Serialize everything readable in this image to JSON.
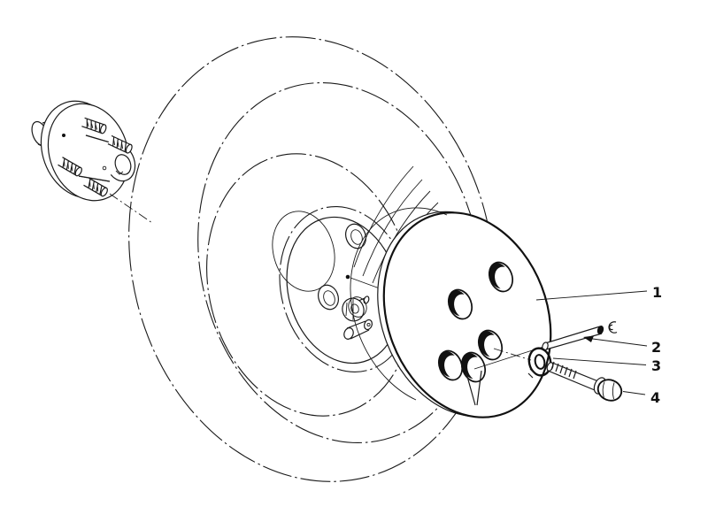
{
  "page": {
    "background": "#ffffff",
    "ink": "#1a1a1a"
  },
  "figure": {
    "type": "exploded-parts-diagram",
    "subject": "wheel with hub and wheel cover"
  },
  "callouts": [
    {
      "number": "1",
      "part": "wheel-cover"
    },
    {
      "number": "2",
      "part": "pin"
    },
    {
      "number": "3",
      "part": "lock-washer"
    },
    {
      "number": "4",
      "part": "hex-bolt"
    }
  ]
}
